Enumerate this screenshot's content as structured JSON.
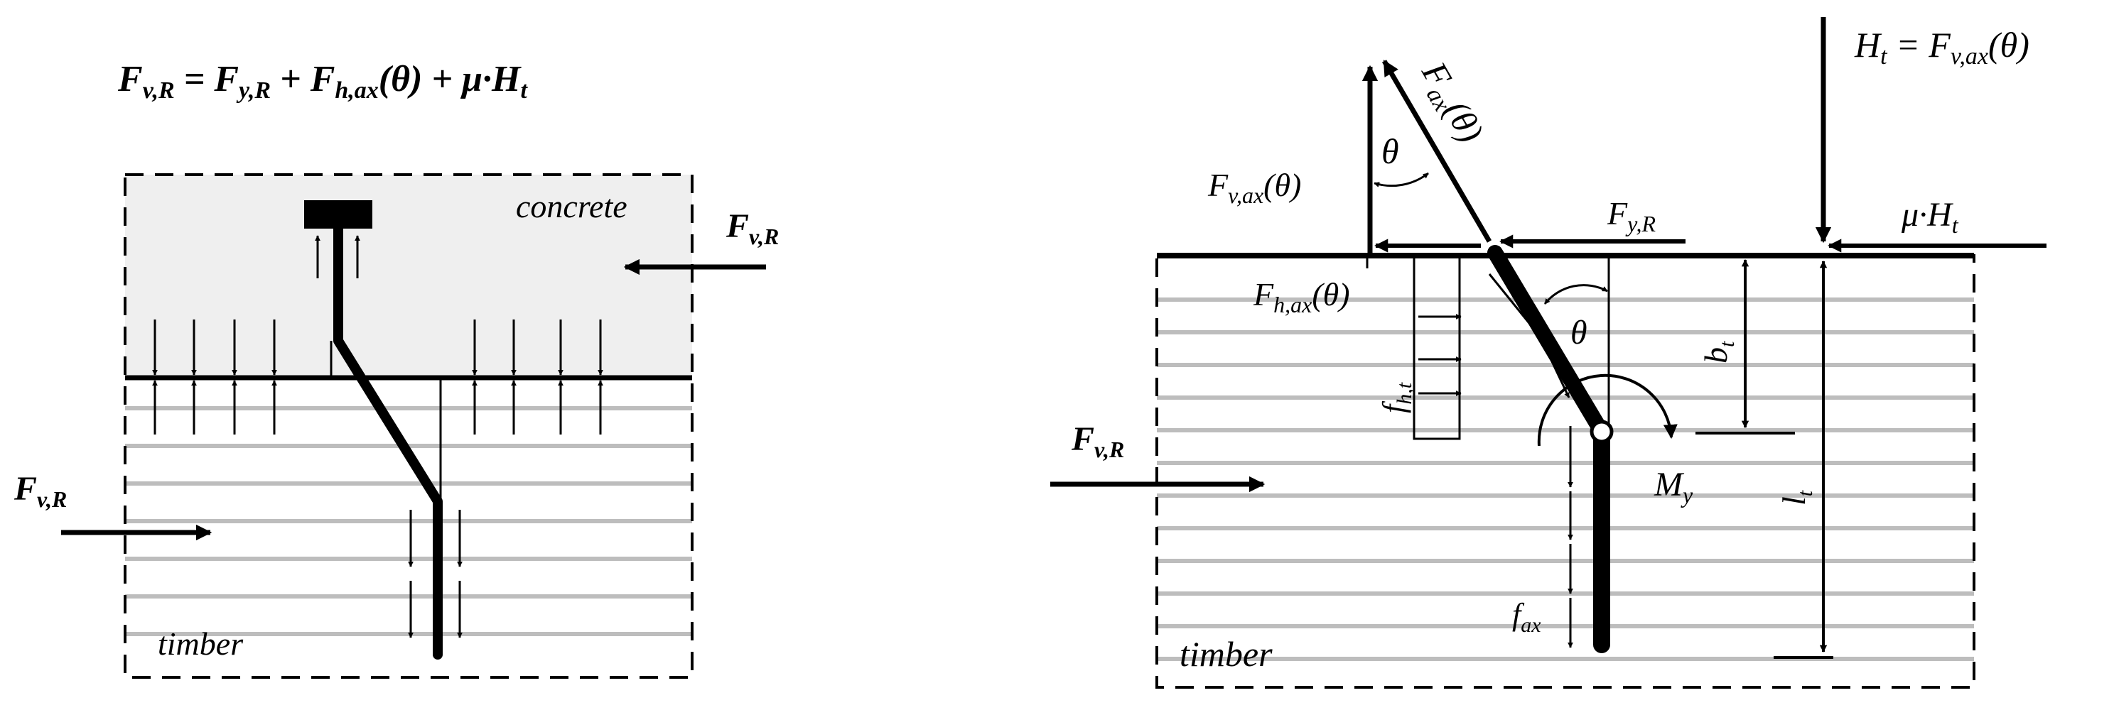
{
  "left_panel": {
    "equation": {
      "lhs": {
        "main": "F",
        "sub": "v,R"
      },
      "eq": " = ",
      "t1": {
        "main": "F",
        "sub": "y,R"
      },
      "plus1": " + ",
      "t2": {
        "main": "F",
        "sub": "h,ax",
        "arg": "(θ)"
      },
      "plus2": " + ",
      "t3": {
        "pre": "μ·",
        "main": "H",
        "sub": "t"
      }
    },
    "concrete_label": "concrete",
    "timber_label": "timber",
    "force_top": {
      "main": "F",
      "sub": "v,R"
    },
    "force_left": {
      "main": "F",
      "sub": "v,R"
    }
  },
  "right_panel": {
    "force_vr": {
      "main": "F",
      "sub": "v,R"
    },
    "ht": {
      "main": "H",
      "sub": "t",
      "eq": " = F",
      "sub2": "v,ax",
      "arg": "(θ)"
    },
    "fax_theta": {
      "main": "F",
      "sub": "ax",
      "arg": "(θ)"
    },
    "theta_top": "θ",
    "theta_mid": "θ",
    "fvax": {
      "main": "F",
      "sub": "v,ax",
      "arg": "(θ)"
    },
    "fyr": {
      "main": "F",
      "sub": "y,R"
    },
    "mu_ht": {
      "pre": "μ·",
      "main": "H",
      "sub": "t"
    },
    "fhax": {
      "main": "F",
      "sub": "h,ax",
      "arg": "(θ)"
    },
    "fht": {
      "main": "f",
      "sub": "h,t"
    },
    "bt": {
      "main": "b",
      "sub": "t"
    },
    "lt": {
      "main": "l",
      "sub": "t"
    },
    "my": {
      "main": "M",
      "sub": "y"
    },
    "fax": {
      "main": "f",
      "sub": "ax"
    },
    "timber_label": "timber"
  }
}
